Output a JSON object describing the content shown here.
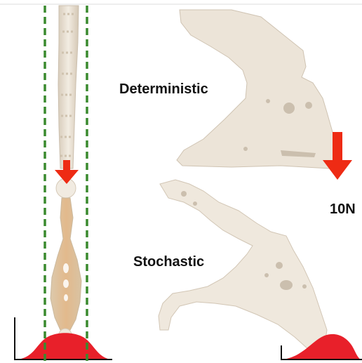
{
  "labels": {
    "deterministic": "Deterministic",
    "stochastic": "Stochastic",
    "force": "10N"
  },
  "colors": {
    "bone": "#ece4d8",
    "bone_shade": "#d8ccbb",
    "arrow": "#ee2b14",
    "distribution": "#e8202a",
    "guide_lines": "#3a8a2e",
    "axis": "#111111",
    "hole": "#cbbfae"
  },
  "icons": {
    "load_arrow": "down-arrow-icon"
  }
}
